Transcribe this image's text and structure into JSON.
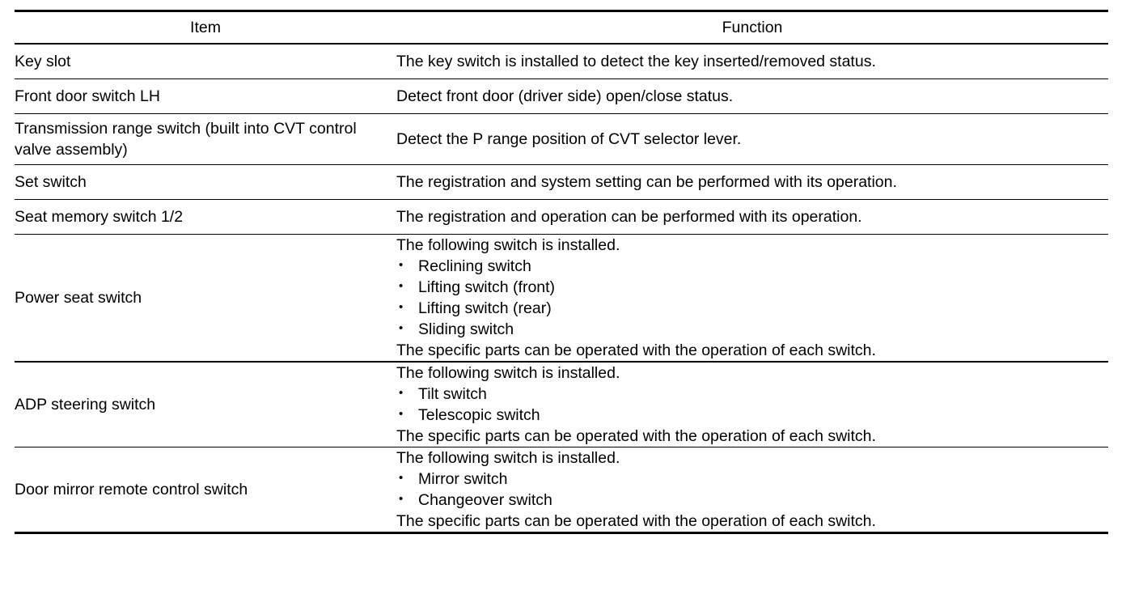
{
  "table": {
    "headers": {
      "item": "Item",
      "function": "Function"
    },
    "rows": [
      {
        "item": "Key slot",
        "lead": "The key switch is installed to detect the key inserted/removed status.",
        "bullets": [],
        "tail": ""
      },
      {
        "item": "Front door switch LH",
        "lead": "Detect front door (driver side) open/close status.",
        "bullets": [],
        "tail": ""
      },
      {
        "item": "Transmission range switch (built into CVT control valve assembly)",
        "lead": "Detect the P range position of CVT selector lever.",
        "bullets": [],
        "tail": ""
      },
      {
        "item": "Set switch",
        "lead": "The registration and system setting can be performed with its operation.",
        "bullets": [],
        "tail": ""
      },
      {
        "item": "Seat memory switch 1/2",
        "lead": "The registration and operation can be performed with its operation.",
        "bullets": [],
        "tail": ""
      },
      {
        "item": "Power seat switch",
        "lead": "The following switch is installed.",
        "bullets": [
          "Reclining switch",
          "Lifting switch (front)",
          "Lifting switch (rear)",
          "Sliding switch"
        ],
        "tail": "The specific parts can be operated with the operation of each switch."
      },
      {
        "item": "ADP steering switch",
        "lead": "The following switch is installed.",
        "bullets": [
          "Tilt switch",
          "Telescopic switch"
        ],
        "tail": "The specific parts can be operated with the operation of each switch."
      },
      {
        "item": "Door mirror remote control switch",
        "lead": "The following switch is installed.",
        "bullets": [
          "Mirror switch",
          "Changeover switch"
        ],
        "tail": "The specific parts can be operated with the operation of each switch."
      }
    ]
  },
  "colors": {
    "rule": "#000000",
    "text": "#000000",
    "background": "#ffffff"
  }
}
